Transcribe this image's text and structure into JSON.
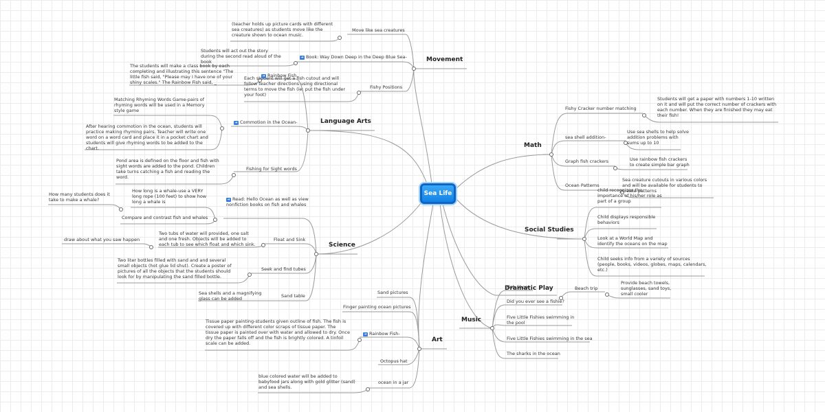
{
  "center": {
    "label": "Sea Life"
  },
  "branches": {
    "movement": "Movement",
    "language_arts": "Language Arts",
    "science": "Science",
    "art": "Art",
    "math": "Math",
    "social_studies": "Social Studies",
    "dramatic_play": "Dramatic Play",
    "music": "Music"
  },
  "movement": {
    "move_like": "Move like sea creatures",
    "move_like_note": "(teacher holds up picture cards with different sea creatures)  as students move like the creature shown to ocean music.",
    "book": "Book: Way Down Deep in the Deep Blue Sea-",
    "book_note": "Students will act out the story during the second read aloud of the book",
    "fishy_positions": "Fishy Positions",
    "fishy_positions_note": "Each student will get a fish cutout and will follow teacher directions using directional terms to move the fish (ie: put the fish under your foot)"
  },
  "language_arts": {
    "rainbow_fish": "Rainbow Fish",
    "rainbow_fish_note": "The students will make a class book by each completing and illustrating this sentence \"The little fish said, \"Please may I have one of your shiny scales.\" The Rainbow Fish said, _",
    "commotion": "Commotion in the Ocean-",
    "commotion_note1": "Matching Rhyming Words Game-pairs of rhyming words will be used in a Memory style game",
    "commotion_note2": "After hearing commotion in the ocean, students will practice making rhyming pairs. Teacher will write one word on a word card and place it in a pocket chart and students will give rhyming words to be added to the chart.",
    "fishing": "Fishing for Sight words",
    "fishing_note": "Pond area is defined on the floor and fish with sight words are added to the pond. Children take turns catching a fish and reading the word."
  },
  "science": {
    "read": "Read: Hello Ocean as well as view nonfiction books on fish and whales",
    "compare": "Compare and contrast fish and whales",
    "whale_rope": "How long is a whale-use a VERY long rope (100 feet) to show how long a whale is",
    "whale_question": "How many students does it take to make a whale?",
    "float_sink": "Float and Sink",
    "float_sink_note": "Two tubs of water will provided, one salt and one fresh. Objects will be added to each tub to see which float and which sink.",
    "draw": "draw about what you saw happen",
    "seek_find": "Seek and find tubes",
    "seek_find_note": "Two liter bottles filled with sand and and several small objects (hot glue lid shut). Create a poster of pictures of all the objects that the students should look for by manipulating the sand filled bottle.",
    "sand_table": "Sand table",
    "sand_table_note": "Sea shells and a magnifying glass can be added"
  },
  "art": {
    "sand_pictures": "Sand pictures",
    "finger_painting": "Finger painting ocean pictures",
    "rainbow_fish": "Rainbow Fish-",
    "rainbow_fish_note": "Tissue paper painting-students given outline of fish. The fish is covered up with different color scraps of tissue paper. The tissue paper is painted over with water and allowed to dry. Once dry the paper falls off and the fish is brightly colored. A tinfoil scale can be added.",
    "octopus_hat": "Octopus hat",
    "ocean_jar": "ocean in a jar",
    "ocean_jar_note": "blue colored water will be added to babyfood jars along with gold glitter (sand) and sea shells."
  },
  "math": {
    "fishy_cracker": "Fishy Cracker  number matching",
    "fishy_cracker_note": "Students will get a paper with numbers 1-10 written on it and will put the correct number of crackers with each number. When they are finished they may eat their fish!",
    "shell_addition": "sea shell addition-",
    "shell_addition_note": "Use sea shells to help solve addition problems with sums up to 10",
    "graph": "Graph fish crackers",
    "graph_note": "Use rainbow fish crackers to create simple bar graph",
    "patterns": "Ocean Patterns",
    "patterns_note": "Sea creature cutouts in various colors and will be available for students to create patterns"
  },
  "social_studies": {
    "item1": "child recognizes the importance of his/her role as part of a group",
    "item2": "Child displays responsible behaviors",
    "item3": "Look at a World Map and identify the oceans on the map",
    "item4": "Child seeks info from a variety of sources (people, books, videos, globes, maps, calendars, etc.)"
  },
  "dramatic_play": {
    "fish_shop": "Fish Shop",
    "beach_trip": "Beach trip",
    "beach_trip_note": "Provide beach towels, sunglasses, sand toys, small cooler"
  },
  "music": {
    "item1": "Did you ever see a fishie?",
    "item2": "Five Little Fishies swimming in the pool",
    "item3": "Five Little Fishies swimming in the sea",
    "item4": "The sharks in the ocean"
  }
}
